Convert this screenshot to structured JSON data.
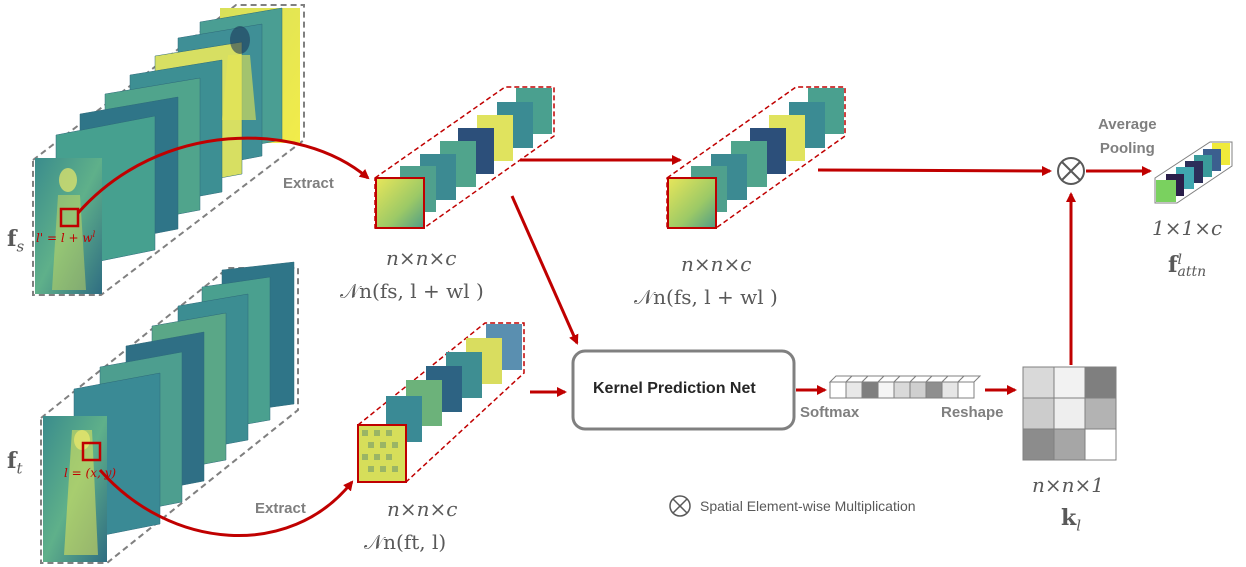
{
  "inputs": {
    "source_symbol": "f",
    "source_sub": "s",
    "target_symbol": "f",
    "target_sub": "t",
    "source_patch_label": "l' = l + w",
    "source_patch_sup": "l",
    "target_patch_label": "l = (x, y)"
  },
  "extract": {
    "top_label": "Extract",
    "bottom_label": "Extract"
  },
  "patches": {
    "top_dims": "n×n×c",
    "top_formula": "𝒩n(fs, l + wl )",
    "mid_dims": "n×n×c",
    "mid_formula": "𝒩n(fs, l + wl )",
    "bottom_dims": "n×n×c",
    "bottom_formula": "𝒩n(ft, l)"
  },
  "kpn": {
    "label": "Kernel Prediction Net"
  },
  "ops": {
    "softmax": "Softmax",
    "reshape": "Reshape",
    "average_pooling_line1": "Average",
    "average_pooling_line2": "Pooling"
  },
  "kernel": {
    "dims": "n×n×1",
    "symbol": "k",
    "sub": "l",
    "cells": [
      "#d9d9d9",
      "#f2f2f2",
      "#7f7f7f",
      "#cccccc",
      "#eeeeee",
      "#b3b3b3",
      "#8c8c8c",
      "#a6a6a6",
      "#ffffff"
    ]
  },
  "softmax_vector": [
    "#ffffff",
    "#e8e8e8",
    "#7f7f7f",
    "#f5f5f5",
    "#d9d9d9",
    "#cfcfcf",
    "#8f8f8f",
    "#e6e6e6",
    "#ffffff"
  ],
  "output": {
    "dims": "1×1×c",
    "symbol": "f",
    "sup": "l",
    "sub": "attn"
  },
  "legend": {
    "text": "Spatial Element-wise Multiplication"
  },
  "colors": {
    "arrow": "#c00000",
    "frame": "#808080",
    "feature_light": "#e4e65a",
    "feature_dark": "#2e6a7a",
    "feature_mid": "#3f9a9a"
  }
}
